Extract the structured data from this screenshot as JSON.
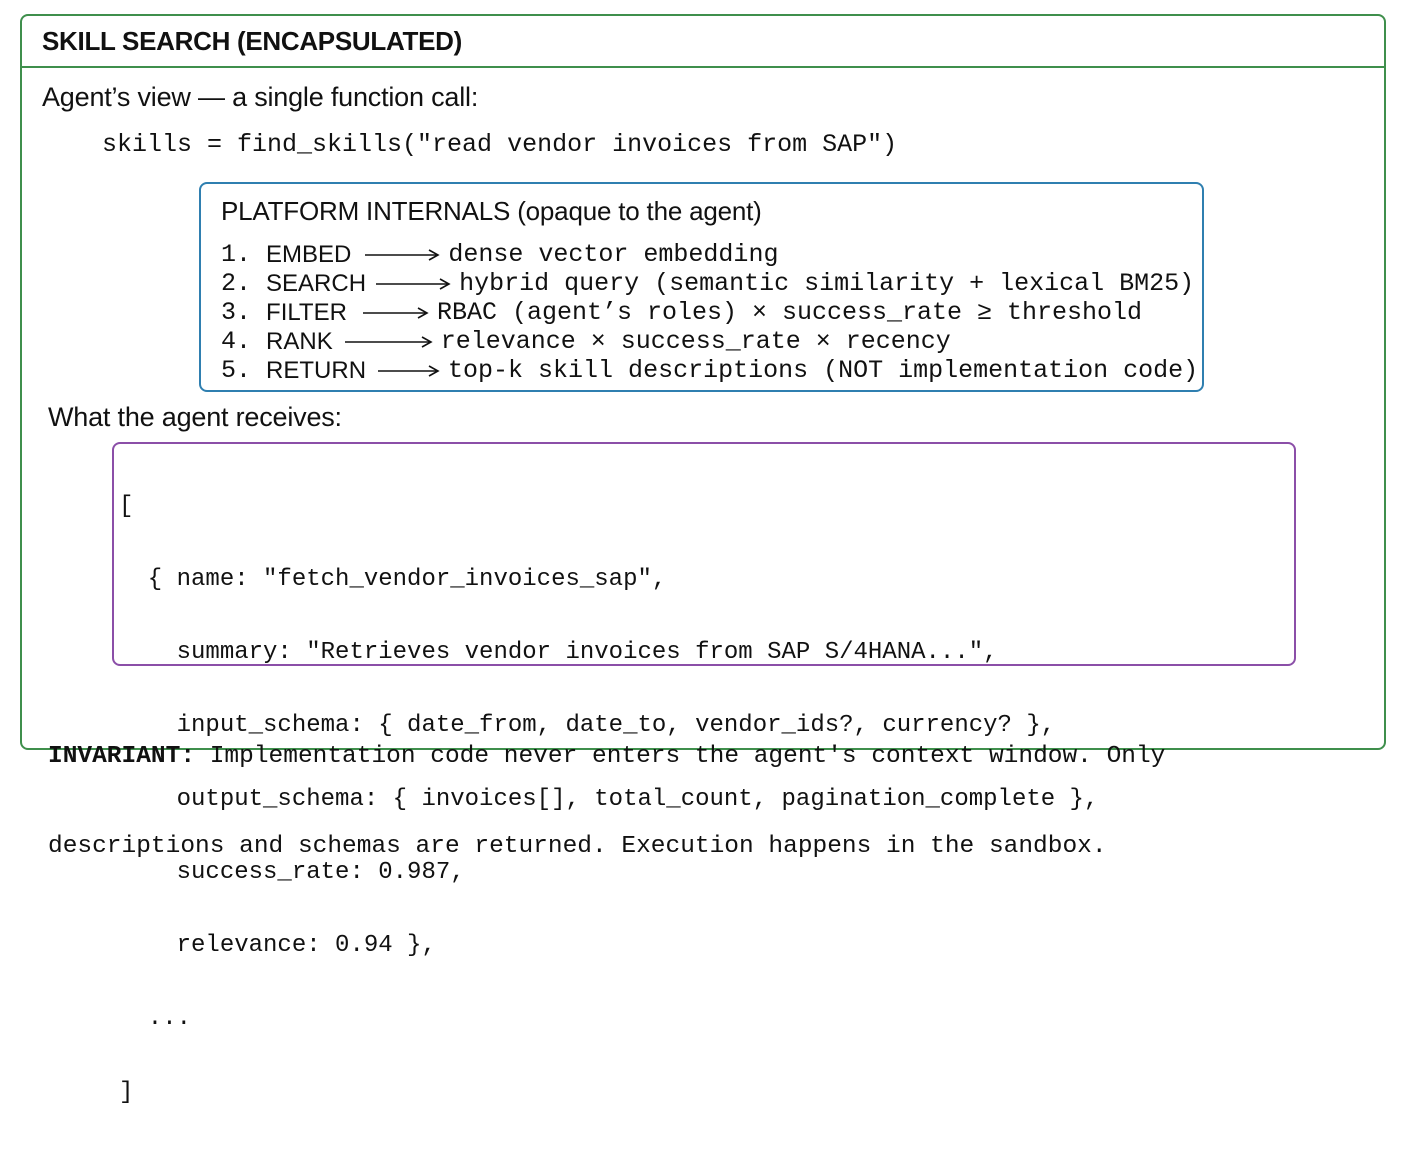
{
  "header": {
    "title": "SKILL SEARCH (ENCAPSULATED)"
  },
  "agent_view": {
    "label": "Agent’s view — a single function call:",
    "call": "skills = find_skills(\"read vendor invoices from SAP\")"
  },
  "platform": {
    "title": "PLATFORM INTERNALS (opaque to the agent)",
    "steps": [
      {
        "num": "1.",
        "name": "EMBED",
        "desc": "dense vector embedding"
      },
      {
        "num": "2.",
        "name": "SEARCH",
        "desc": "hybrid query (semantic similarity + lexical BM25)"
      },
      {
        "num": "3.",
        "name": "FILTER",
        "desc": "RBAC (agent’s roles) × success_rate ≥ threshold"
      },
      {
        "num": "4.",
        "name": "RANK",
        "desc": "relevance × success_rate × recency"
      },
      {
        "num": "5.",
        "name": "RETURN",
        "desc": "top-k skill descriptions (NOT implementation code)"
      }
    ]
  },
  "receives": {
    "label": "What the agent receives:",
    "lines": [
      "[",
      "  { name: \"fetch_vendor_invoices_sap\",",
      "    summary: \"Retrieves vendor invoices from SAP S/4HANA...\",",
      "    input_schema: { date_from, date_to, vendor_ids?, currency? },",
      "    output_schema: { invoices[], total_count, pagination_complete },",
      "    success_rate: 0.987,",
      "    relevance: 0.94 },",
      "  ...",
      "]"
    ]
  },
  "invariant": {
    "label": "INVARIANT:",
    "line1": " Implementation code never enters the agent's context window. Only",
    "line2": "descriptions and schemas are returned. Execution happens in the sandbox."
  },
  "colors": {
    "outer_border": "#3f8f4c",
    "platform_border": "#2f7fb0",
    "result_border": "#8b4fa8"
  }
}
